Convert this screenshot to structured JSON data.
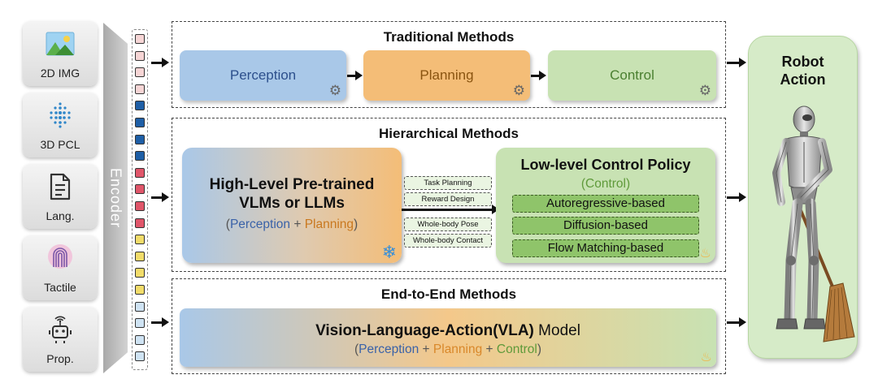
{
  "inputs": [
    {
      "label": "2D IMG",
      "icon": "image-icon"
    },
    {
      "label": "3D PCL",
      "icon": "point-cloud-icon"
    },
    {
      "label": "Lang.",
      "icon": "document-icon"
    },
    {
      "label": "Tactile",
      "icon": "fingerprint-icon"
    },
    {
      "label": "Prop.",
      "icon": "robot-sensor-icon"
    }
  ],
  "encoder": {
    "label": "Encoder"
  },
  "token_colors": [
    "#f6d5d5",
    "#1f5fa6",
    "#e0566a",
    "#f2dc6a",
    "#cfe3f3"
  ],
  "traditional": {
    "title": "Traditional Methods",
    "stages": [
      {
        "label": "Perception",
        "color": "#a9c8e8"
      },
      {
        "label": "Planning",
        "color": "#f4bd77"
      },
      {
        "label": "Control",
        "color": "#c8e2b3"
      }
    ]
  },
  "hierarchical": {
    "title": "Hierarchical Methods",
    "high_level": {
      "line1": "High-Level Pre-trained",
      "line2": "VLMs or LLMs",
      "sub_open": "(",
      "perception": "Perception",
      "plus": " + ",
      "planning": "Planning",
      "sub_close": ")"
    },
    "interfaces": [
      "Task Planning",
      "Reward Design",
      "Whole-body Pose",
      "Whole-body Contact"
    ],
    "low_level": {
      "title": "Low-level Control Policy",
      "subtitle": "(Control)",
      "variants": [
        "Autoregressive-based",
        "Diffusion-based",
        "Flow Matching-based"
      ]
    }
  },
  "end_to_end": {
    "title": "End-to-End Methods",
    "model_bold": "Vision-Language-Action(VLA)",
    "model_rest": " Model",
    "sub_open": "(",
    "perception": "Perception",
    "plus1": " + ",
    "planning": "Planning",
    "plus2": " + ",
    "control": "Control",
    "sub_close": ")"
  },
  "output": {
    "title_line1": "Robot",
    "title_line2": "Action"
  },
  "colors": {
    "perception": "#3a62a8",
    "planning": "#d9882a",
    "control": "#5f9a3a"
  }
}
